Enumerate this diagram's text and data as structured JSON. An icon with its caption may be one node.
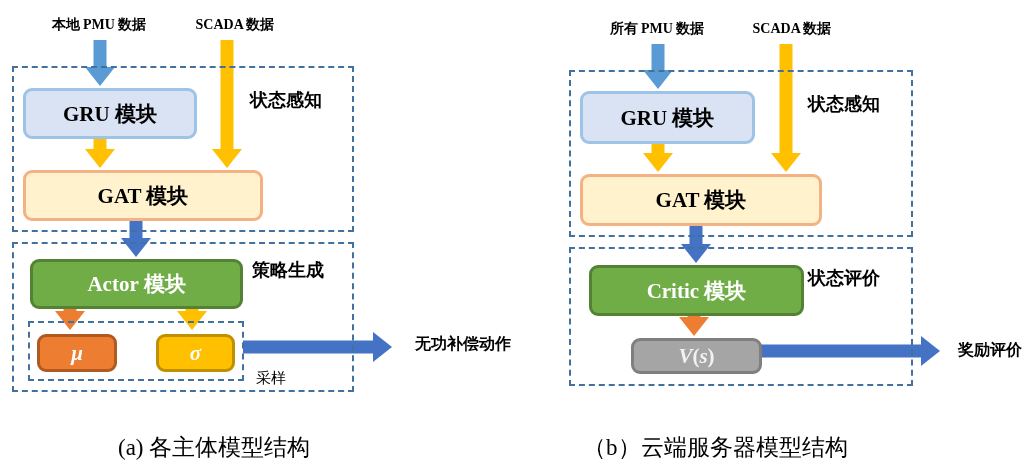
{
  "diagram": {
    "nodes": [
      {
        "text": [
          "状态感知"
        ]
      },
      {
        "text": [
          "GRU 模块"
        ],
        "in": 0
      },
      {
        "text": [
          "GAT 模块"
        ],
        "in": 0
      },
      {
        "text": [
          "策略生成"
        ]
      },
      {
        "text": [
          "Actor 模块"
        ],
        "in": 3
      },
      {
        "text": [],
        "shape": "box",
        "in": 3
      },
      {
        "text": [
          "μ"
        ],
        "in": 5
      },
      {
        "text": [
          "σ"
        ],
        "in": 5
      },
      {
        "text": [
          "本地 PMU 数据"
        ]
      },
      {
        "text": [
          "SCADA 数据"
        ]
      },
      {
        "text": [
          "无功补偿动作"
        ]
      },
      {
        "text": [
          "状态感知"
        ]
      },
      {
        "text": [
          "GRU 模块"
        ],
        "in": 11
      },
      {
        "text": [
          "GAT 模块"
        ],
        "in": 11
      },
      {
        "text": [
          "状态评价"
        ]
      },
      {
        "text": [
          "Critic 模块"
        ],
        "in": 14
      },
      {
        "text": [
          "*V*(*s*)"
        ],
        "in": 14
      },
      {
        "text": [
          "所有 PMU 数据"
        ]
      },
      {
        "text": [
          "SCADA 数据"
        ]
      },
      {
        "text": [
          "奖励评价"
        ]
      }
    ],
    "edges": [
      {
        "from": 8,
        "to": 1,
        "arrow": "to",
        "color": "#5b9bd5"
      },
      {
        "from": 9,
        "to": 2,
        "arrow": "to",
        "color": "#ffc000"
      },
      {
        "from": 1,
        "to": 2,
        "arrow": "to",
        "color": "#ffc000"
      },
      {
        "from": 2,
        "to": 4,
        "arrow": "to",
        "color": "#4472c4"
      },
      {
        "from": 4,
        "to": 6,
        "arrow": "to",
        "color": "#ed7d31"
      },
      {
        "from": 4,
        "to": 7,
        "arrow": "to",
        "color": "#ffc000"
      },
      {
        "from": 5,
        "to": 10,
        "arrow": "to",
        "color": "#4472c4",
        "label": "采样"
      },
      {
        "from": 17,
        "to": 12,
        "arrow": "to",
        "color": "#5b9bd5"
      },
      {
        "from": 18,
        "to": 13,
        "arrow": "to",
        "color": "#ffc000"
      },
      {
        "from": 12,
        "to": 13,
        "arrow": "to",
        "color": "#ffc000"
      },
      {
        "from": 13,
        "to": 15,
        "arrow": "to",
        "color": "#4472c4"
      },
      {
        "from": 15,
        "to": 16,
        "arrow": "to",
        "color": "#ed7d31"
      },
      {
        "from": 16,
        "to": 19,
        "arrow": "to",
        "color": "#4472c4"
      }
    ],
    "labels": [
      "(a)  各主体模型结构",
      "（b）云端服务器模型结构"
    ]
  }
}
